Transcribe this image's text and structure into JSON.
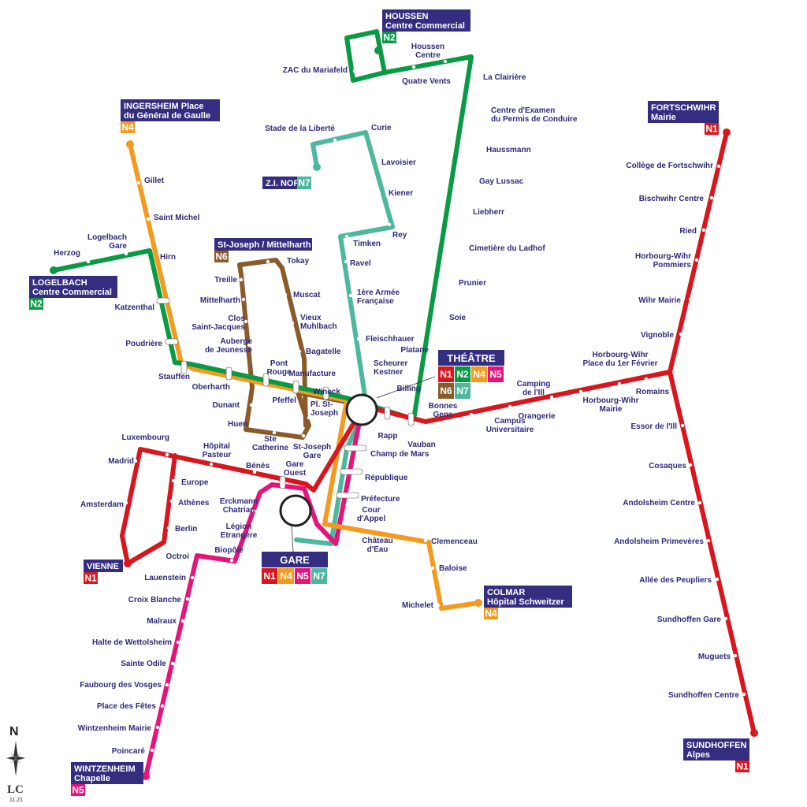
{
  "colors": {
    "N1": "#d7161e",
    "N2": "#0a9a44",
    "N4": "#f39a1f",
    "N5": "#e5147b",
    "N6": "#8b5a2b",
    "N7": "#4db89e",
    "label": "#2e2a7a",
    "terminus_bg": "#342d80"
  },
  "lines": {
    "N1": "N1",
    "N2": "N2",
    "N4": "N4",
    "N5": "N5",
    "N6": "N6",
    "N7": "N7"
  },
  "termini": {
    "houssen": {
      "title": [
        "HOUSSEN",
        "Centre Commercial"
      ],
      "line": "N2"
    },
    "ingersheim": {
      "title": [
        "INGERSHEIM Place",
        "du Général de Gaulle"
      ],
      "line": "N4"
    },
    "fortschwihr": {
      "title": [
        "FORTSCHWIHR",
        "Mairie"
      ],
      "line": "N1"
    },
    "zi_nord": {
      "title": [
        "Z.I. NORD"
      ],
      "line": "N7"
    },
    "stjoseph": {
      "title": [
        "St-Joseph / Mittelharth"
      ],
      "line": "N6"
    },
    "logelbach": {
      "title": [
        "LOGELBACH",
        "Centre Commercial"
      ],
      "line": "N2"
    },
    "vienne": {
      "title": [
        "VIENNE"
      ],
      "line": "N1"
    },
    "colmar": {
      "title": [
        "COLMAR",
        "Hôpital Schweitzer"
      ],
      "line": "N4"
    },
    "sundhoffen": {
      "title": [
        "SUNDHOFFEN",
        "Alpes"
      ],
      "line": "N1"
    },
    "wintzenheim": {
      "title": [
        "WINTZENHEIM",
        "Chapelle"
      ],
      "line": "N5"
    }
  },
  "hubs": {
    "theatre": {
      "title": "THÉÂTRE",
      "row1": [
        "N1",
        "N2",
        "N4",
        "N5"
      ],
      "row2": [
        "N6",
        "N7"
      ]
    },
    "gare": {
      "title": "GARE",
      "row1": [
        "N1",
        "N4",
        "N5",
        "N7"
      ]
    }
  },
  "stops": {
    "zac_mariafeld": "ZAC du Mariafeld",
    "houssen_centre": [
      "Houssen",
      "Centre"
    ],
    "quatre_vents": "Quatre Vents",
    "la_clairiere": "La Clairière",
    "centre_examen": [
      "Centre d'Examen",
      "du Permis de Conduire"
    ],
    "haussmann": "Haussmann",
    "gay_lussac": "Gay Lussac",
    "liebherr": "Liebherr",
    "cimetiere": "Cimetière du Ladhof",
    "prunier": "Prunier",
    "soie": "Soie",
    "platane": "Platane",
    "billing": "Billing",
    "stade_liberte": "Stade de la Liberté",
    "curie": "Curie",
    "lavoisier": "Lavoisier",
    "kiener": "Kiener",
    "rey": "Rey",
    "timken": "Timken",
    "ravel": "Ravel",
    "premiere_armee": [
      "1ère Armée",
      "Française"
    ],
    "fleischhauer": "Fleischhauer",
    "scheurer": [
      "Scheurer",
      "Kestner"
    ],
    "gillet": "Gillet",
    "saint_michel": "Saint Michel",
    "hirn": "Hirn",
    "logelbach_gare": [
      "Logelbach",
      "Gare"
    ],
    "herzog": "Herzog",
    "katzenthal": "Katzenthal",
    "poudriere": "Poudrière",
    "stauffen": "Stauffen",
    "oberharth": "Oberharth",
    "manufacture": "Manufacture",
    "pfeffel": "Pfeffel",
    "dunant": "Dunant",
    "huen": "Huen",
    "tokay": "Tokay",
    "treille": "Treille",
    "muscat": "Muscat",
    "mittelharth": "Mittelharth",
    "clos_st_jacques": [
      "Clos",
      "Saint-Jacques"
    ],
    "vieux_muhlbach": [
      "Vieux",
      "Muhlbach"
    ],
    "auberge": [
      "Auberge",
      "de Jeunesse"
    ],
    "bagatelle": "Bagatelle",
    "pont_rouge": [
      "Pont",
      "Rouge"
    ],
    "wineck": "Wineck",
    "pl_st_joseph": [
      "Pl. St-",
      "Joseph"
    ],
    "ste_catherine": [
      "Ste",
      "Catherine"
    ],
    "st_joseph_gare": [
      "St-Joseph",
      "Gare"
    ],
    "rapp": "Rapp",
    "vauban": "Vauban",
    "bonnes_gens": [
      "Bonnes",
      "Gens"
    ],
    "campus": [
      "Campus",
      "Universitaire"
    ],
    "orangerie": "Orangerie",
    "camping": [
      "Camping",
      "de l'Ill"
    ],
    "horbourg_mairie": [
      "Horbourg-Wihr",
      "Mairie"
    ],
    "horbourg_place": [
      "Horbourg-Wihr",
      "Place du 1er Février"
    ],
    "romains": "Romains",
    "college": "Collège de Fortschwihr",
    "bischwihr": "Bischwihr Centre",
    "ried": "Ried",
    "horbourg_pommiers": [
      "Horbourg-Wihr",
      "Pommiers"
    ],
    "wihr_mairie": "Wihr Mairie",
    "vignoble": "Vignoble",
    "essor": "Essor de l'Ill",
    "cosaques": "Cosaques",
    "andolsheim_centre": "Andolsheim Centre",
    "andolsheim_primeveres": "Andolsheim Primevères",
    "allee_peupliers": "Allée des Peupliers",
    "sundhoffen_gare": "Sundhoffen Gare",
    "muguets": "Muguets",
    "sundhoffen_centre": "Sundhoffen Centre",
    "champ_de_mars": "Champ de Mars",
    "republique": "République",
    "prefecture": "Préfecture",
    "cour_appel": [
      "Cour",
      "d'Appel"
    ],
    "chateau_eau": [
      "Château",
      "d'Eau"
    ],
    "clemenceau": "Clemenceau",
    "baloise": "Baloise",
    "michelet": "Michelet",
    "luxembourg": "Luxembourg",
    "hopital_pasteur": [
      "Hôpital",
      "Pasteur"
    ],
    "benes": "Bénès",
    "gare_ouest": [
      "Gare",
      "Ouest"
    ],
    "madrid": "Madrid",
    "europe": "Europe",
    "athenes": "Athènes",
    "amsterdam": "Amsterdam",
    "berlin": "Berlin",
    "erckmann": [
      "Erckmann",
      "Chatrian"
    ],
    "legion": [
      "Légion",
      "Etrangère"
    ],
    "biopole": "Biopôle",
    "octroi": "Octroi",
    "lauenstein": "Lauenstein",
    "croix_blanche": "Croix Blanche",
    "malraux": "Malraux",
    "halte_wettolsheim": "Halte de Wettolsheim",
    "sainte_odile": "Sainte Odile",
    "faubourg_vosges": "Faubourg des Vosges",
    "place_fetes": "Place des Fêtes",
    "wintzenheim_mairie": "Wintzenheim Mairie",
    "poincare": "Poincaré"
  },
  "compass": {
    "north": "N"
  },
  "edition": {
    "logo": "LC",
    "date": "11.21"
  }
}
